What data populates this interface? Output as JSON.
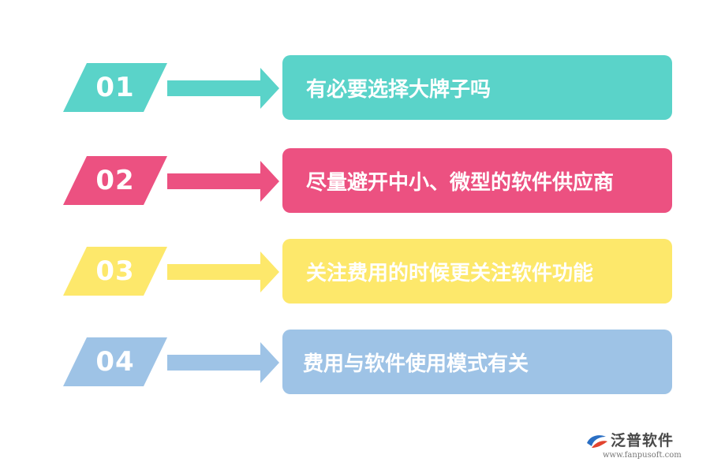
{
  "steps": [
    {
      "number": "01",
      "text": "有必要选择大牌子吗",
      "color": "#5ad3c9"
    },
    {
      "number": "02",
      "text": "尽量避开中小、微型的软件供应商",
      "color": "#ec5181"
    },
    {
      "number": "03",
      "text": "关注费用的时候更关注软件功能",
      "color": "#fde86b"
    },
    {
      "number": "04",
      "text": "费用与软件使用模式有关",
      "color": "#9ec3e6"
    }
  ],
  "logo": {
    "name": "泛普软件",
    "url": "www.fanpusoft.com",
    "icon": "fanpu-logo-icon"
  }
}
